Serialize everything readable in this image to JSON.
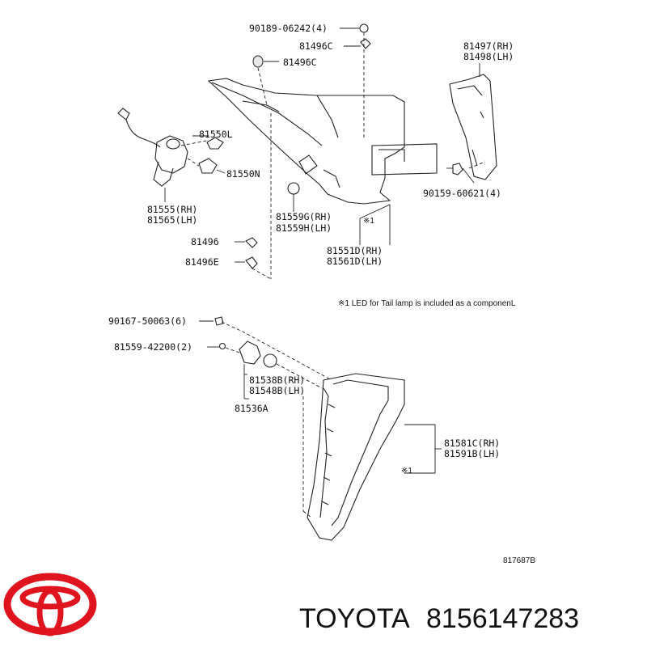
{
  "diagram": {
    "labels": {
      "p90189": "90189-06242(4)",
      "p81496c_a": "81496C",
      "p81496c_b": "81496C",
      "p81497": "81497(RH)",
      "p81498": "81498(LH)",
      "p81550l": "81550L",
      "p81550n": "81550N",
      "p81555": "81555(RH)",
      "p81565": "81565(LH)",
      "p90159": "90159-60621(4)",
      "p81559g": "81559G(RH)",
      "p81559h": "81559H(LH)",
      "mark1": "※1",
      "p81496": "81496",
      "p81496e": "81496E",
      "p81551d": "81551D(RH)",
      "p81561d": "81561D(LH)",
      "note": "※1 LED for Tail lamp is included as a componenL",
      "p90167": "90167-50063(6)",
      "p81559_42200": "81559-42200(2)",
      "p81538b": "81538B(RH)",
      "p81548b": "81548B(LH)",
      "p81536a": "81536A",
      "p81581c": "81581C(RH)",
      "p81591b": "81591B(LH)",
      "mark2": "※1",
      "ref": "817687B"
    }
  },
  "footer": {
    "brand": "TOYOTA",
    "part_number": "8156147283",
    "logo_color": "#e0141e"
  }
}
